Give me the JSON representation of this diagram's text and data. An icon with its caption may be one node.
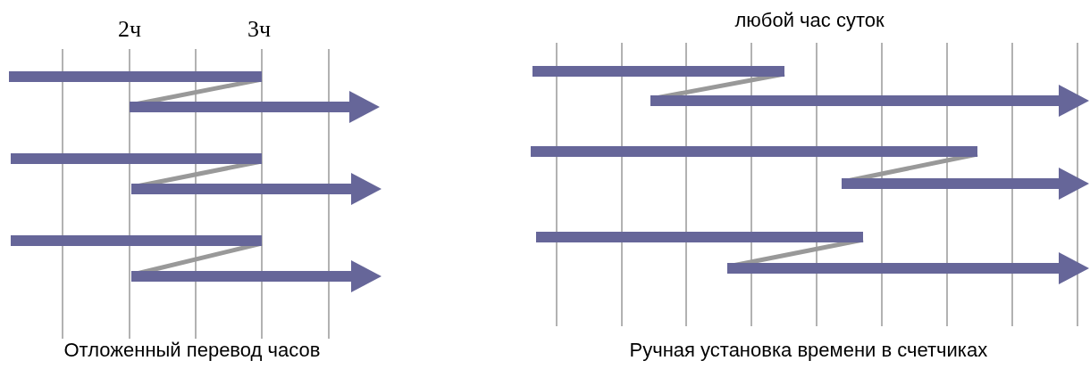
{
  "diagram": {
    "labels": [
      "2ч",
      "3ч",
      "любой час суток",
      "Отложенный перевод часов",
      "Ручная установка времени в счетчиках"
    ]
  }
}
